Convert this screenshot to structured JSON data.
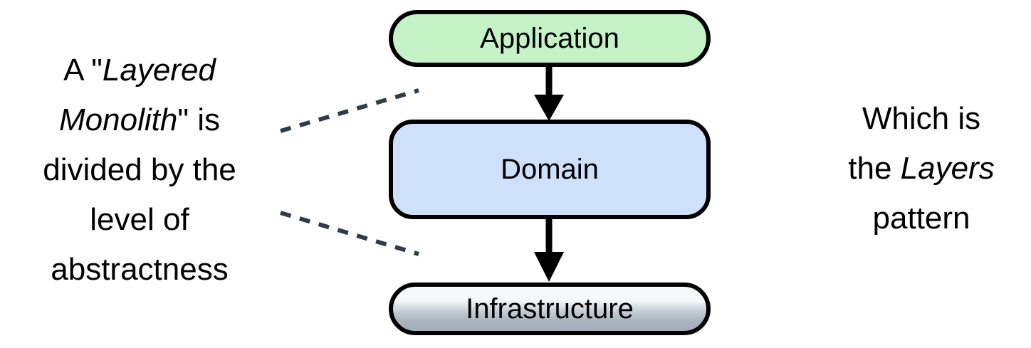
{
  "diagram": {
    "title": "Layered Monolith layer diagram",
    "background": "#ffffff",
    "layers": [
      {
        "id": "application",
        "label": "Application",
        "fill": "#c6f2c8",
        "stroke": "#000000",
        "shape": "rounded-rectangle"
      },
      {
        "id": "domain",
        "label": "Domain",
        "fill": "#cfe0fb",
        "stroke": "#000000",
        "shape": "rounded-rectangle"
      },
      {
        "id": "infrastructure",
        "label": "Infrastructure",
        "fill": "linear-gradient(#f9fafb, #a3aeba)",
        "stroke": "#000000",
        "shape": "rounded-rectangle"
      }
    ],
    "connectors": [
      {
        "id": "application-to-domain",
        "from": "application",
        "to": "domain",
        "style": "solid",
        "arrowhead": "filled-triangle",
        "color": "#000000"
      },
      {
        "id": "domain-to-infrastructure",
        "from": "domain",
        "to": "infrastructure",
        "style": "solid",
        "arrowhead": "filled-triangle",
        "color": "#000000"
      }
    ],
    "leader_lines": [
      {
        "id": "leader-upper",
        "style": "dashed",
        "color": "#2f3b47",
        "from": "note-left",
        "to": "box-stack-top"
      },
      {
        "id": "leader-lower",
        "style": "dashed",
        "color": "#2f3b47",
        "from": "note-left",
        "to": "box-stack-bottom"
      }
    ]
  },
  "note_left": {
    "lines": [
      {
        "plain_before": "A \"",
        "italic": "Layered",
        "plain_after": ""
      },
      {
        "plain_before": "",
        "italic": "Monolith",
        "plain_after": "\" is"
      },
      {
        "plain_before": "divided by the",
        "italic": "",
        "plain_after": ""
      },
      {
        "plain_before": "level of",
        "italic": "",
        "plain_after": ""
      },
      {
        "plain_before": "abstractness",
        "italic": "",
        "plain_after": ""
      }
    ],
    "full_text": "A \"Layered Monolith\" is divided by the level of abstractness"
  },
  "note_right": {
    "lines": [
      {
        "plain_before": "Which is",
        "italic": "",
        "plain_after": ""
      },
      {
        "plain_before": "the ",
        "italic": "Layers",
        "plain_after": ""
      },
      {
        "plain_before": "pattern",
        "italic": "",
        "plain_after": ""
      }
    ],
    "full_text": "Which is the Layers pattern"
  },
  "colors": {
    "application_fill": "#c6f2c8",
    "domain_fill": "#cfe0fb",
    "infrastructure_top": "#f9fafb",
    "infrastructure_bottom": "#a3aeba",
    "outline": "#000000",
    "dashed_leader": "#2f3b47",
    "text": "#000000"
  }
}
